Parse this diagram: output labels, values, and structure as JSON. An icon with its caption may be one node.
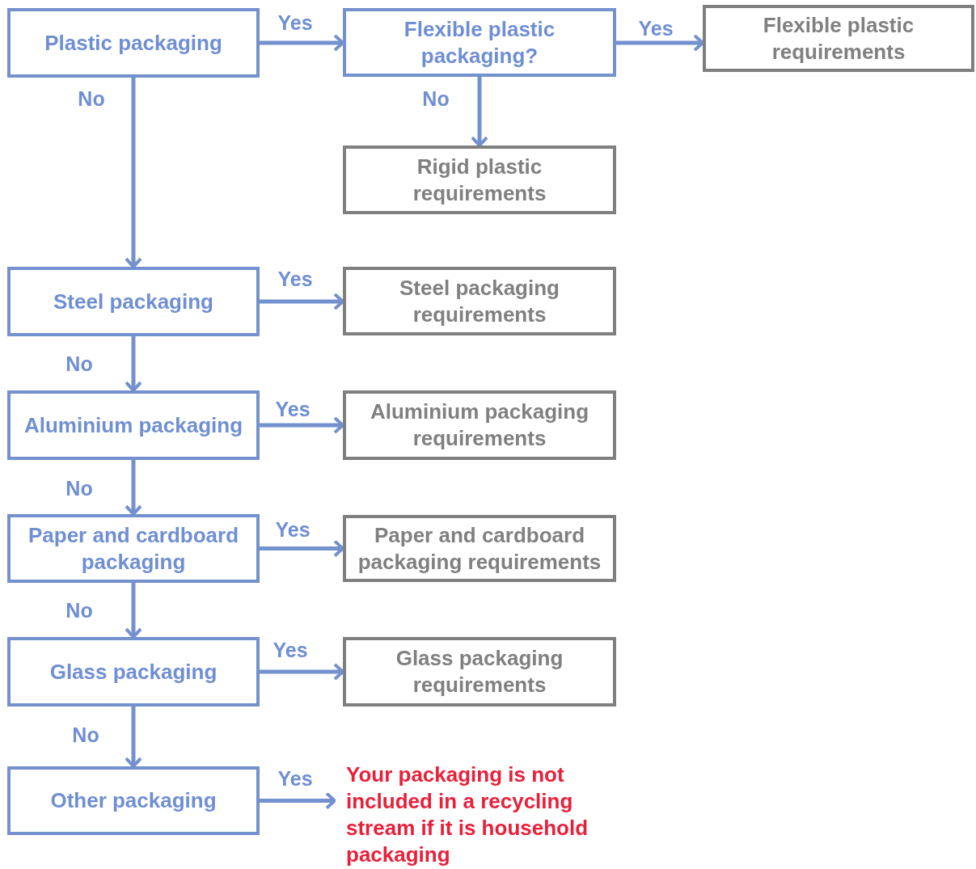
{
  "diagram": {
    "nodes": [
      {
        "text": [
          "Plastic packaging"
        ]
      },
      {
        "text": [
          "Flexible plastic packaging?"
        ]
      },
      {
        "text": [
          "Flexible plastic requirements"
        ]
      },
      {
        "text": [
          "Rigid plastic requirements"
        ]
      },
      {
        "text": [
          "Steel packaging"
        ]
      },
      {
        "text": [
          "Steel packaging requirements"
        ]
      },
      {
        "text": [
          "Aluminium packaging"
        ]
      },
      {
        "text": [
          "Aluminium packaging requirements"
        ]
      },
      {
        "text": [
          "Paper and cardboard packaging"
        ]
      },
      {
        "text": [
          "Paper and cardboard packaging requirements"
        ]
      },
      {
        "text": [
          "Glass packaging"
        ]
      },
      {
        "text": [
          "Glass packaging requirements"
        ]
      },
      {
        "text": [
          "Other packaging"
        ]
      },
      {
        "text": [
          "Your packaging is not included in a recycling stream if it is household packaging"
        ]
      }
    ],
    "edges": [
      {
        "from": 0,
        "to": 1,
        "arrow": "to",
        "label": "Yes"
      },
      {
        "from": 1,
        "to": 2,
        "arrow": "to",
        "label": "Yes"
      },
      {
        "from": 1,
        "to": 3,
        "arrow": "to",
        "label": "No"
      },
      {
        "from": 0,
        "to": 4,
        "arrow": "to",
        "label": "No"
      },
      {
        "from": 4,
        "to": 5,
        "arrow": "to",
        "label": "Yes"
      },
      {
        "from": 4,
        "to": 6,
        "arrow": "to",
        "label": "No"
      },
      {
        "from": 6,
        "to": 7,
        "arrow": "to",
        "label": "Yes"
      },
      {
        "from": 6,
        "to": 8,
        "arrow": "to",
        "label": "No"
      },
      {
        "from": 8,
        "to": 9,
        "arrow": "to",
        "label": "Yes"
      },
      {
        "from": 8,
        "to": 10,
        "arrow": "to",
        "label": "No"
      },
      {
        "from": 10,
        "to": 11,
        "arrow": "to",
        "label": "Yes"
      },
      {
        "from": 10,
        "to": 12,
        "arrow": "to",
        "label": "No"
      },
      {
        "from": 12,
        "to": 13,
        "arrow": "to",
        "label": "Yes"
      }
    ]
  }
}
